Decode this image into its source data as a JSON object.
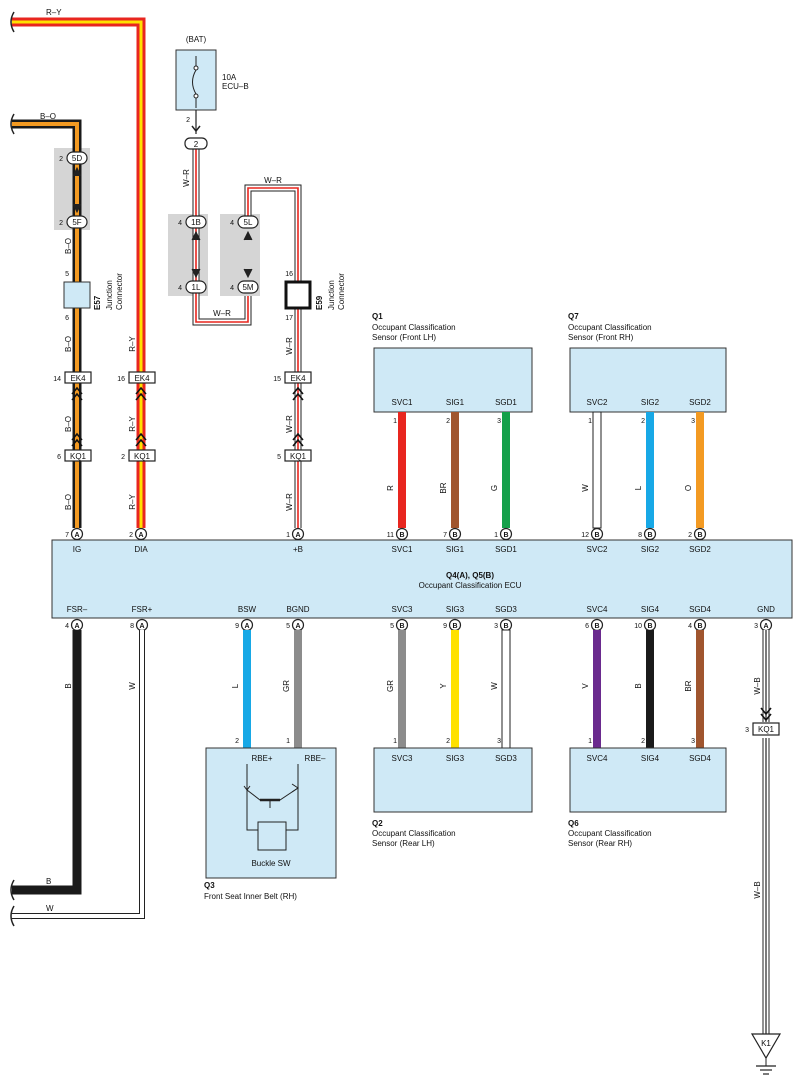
{
  "top_wires": {
    "r_y": "R–Y",
    "b_o": "B–O"
  },
  "fuse": {
    "bat_label": "(BAT)",
    "rating": "10A",
    "name": "ECU–B",
    "pin_top": "2",
    "pin_conn": "2"
  },
  "junction_e57": {
    "code": "E57",
    "type": "Junction\nConnector",
    "pin_top": "5",
    "pin_bottom": "6"
  },
  "junction_e59": {
    "code": "E59",
    "type": "Junction\nConnector",
    "pin_top": "16",
    "pin_bottom": "17"
  },
  "blocks": {
    "5D": {
      "label": "5D",
      "pin": "2"
    },
    "5F": {
      "label": "5F",
      "pin": "2"
    },
    "1B": {
      "label": "1B",
      "pin": "4"
    },
    "1L": {
      "label": "1L",
      "pin": "4"
    },
    "5L": {
      "label": "5L",
      "pin": "4"
    },
    "5M": {
      "label": "5M",
      "pin": "4"
    }
  },
  "connectors": {
    "ek4_a": {
      "label": "EK4",
      "pin": "14"
    },
    "ek4_b": {
      "label": "EK4",
      "pin": "16"
    },
    "ek4_c": {
      "label": "EK4",
      "pin": "15"
    },
    "kq1_a": {
      "label": "KQ1",
      "pin": "6"
    },
    "kq1_b": {
      "label": "KQ1",
      "pin": "2"
    },
    "kq1_c": {
      "label": "KQ1",
      "pin": "5"
    },
    "kq1_d": {
      "label": "KQ1",
      "pin": "3"
    }
  },
  "wire_labels": {
    "bo1": "B–O",
    "bo2": "B–O",
    "bo3": "B–O",
    "bo4": "B–O",
    "ry1": "R–Y",
    "ry2": "R–Y",
    "ry3": "R–Y",
    "wr1": "W–R",
    "wr2": "W–R",
    "wr3": "W–R",
    "wr4": "W–R",
    "wr5": "W–R",
    "wr6": "W–R",
    "b1": "B",
    "w1": "W",
    "b2": "B",
    "w2": "W",
    "wb1": "W–B",
    "wb2": "W–B"
  },
  "ecu": {
    "id": "Q4(A), Q5(B)",
    "name": "Occupant Classification ECU",
    "top_pins": [
      {
        "label": "IG",
        "num": "7",
        "letter": "A"
      },
      {
        "label": "DIA",
        "num": "2",
        "letter": "A"
      },
      {
        "label": "+B",
        "num": "1",
        "letter": "A"
      },
      {
        "label": "SVC1",
        "num": "11",
        "letter": "B"
      },
      {
        "label": "SIG1",
        "num": "7",
        "letter": "B"
      },
      {
        "label": "SGD1",
        "num": "1",
        "letter": "B"
      },
      {
        "label": "SVC2",
        "num": "12",
        "letter": "B"
      },
      {
        "label": "SIG2",
        "num": "8",
        "letter": "B"
      },
      {
        "label": "SGD2",
        "num": "2",
        "letter": "B"
      }
    ],
    "bottom_pins": [
      {
        "label": "FSR–",
        "num": "4",
        "letter": "A"
      },
      {
        "label": "FSR+",
        "num": "8",
        "letter": "A"
      },
      {
        "label": "BSW",
        "num": "9",
        "letter": "A"
      },
      {
        "label": "BGND",
        "num": "5",
        "letter": "A"
      },
      {
        "label": "SVC3",
        "num": "5",
        "letter": "B"
      },
      {
        "label": "SIG3",
        "num": "9",
        "letter": "B"
      },
      {
        "label": "SGD3",
        "num": "3",
        "letter": "B"
      },
      {
        "label": "SVC4",
        "num": "6",
        "letter": "B"
      },
      {
        "label": "SIG4",
        "num": "10",
        "letter": "B"
      },
      {
        "label": "SGD4",
        "num": "4",
        "letter": "B"
      },
      {
        "label": "GND",
        "num": "3",
        "letter": "A"
      }
    ]
  },
  "sensors": {
    "q1": {
      "id": "Q1",
      "name": "Occupant Classification",
      "sub": "Sensor (Front LH)",
      "pins": [
        "SVC1",
        "SIG1",
        "SGD1"
      ],
      "nums": [
        "1",
        "2",
        "3"
      ],
      "wires": [
        "R",
        "BR",
        "G"
      ]
    },
    "q7": {
      "id": "Q7",
      "name": "Occupant Classification",
      "sub": "Sensor (Front RH)",
      "pins": [
        "SVC2",
        "SIG2",
        "SGD2"
      ],
      "nums": [
        "1",
        "2",
        "3"
      ],
      "wires": [
        "W",
        "L",
        "O"
      ]
    },
    "q2": {
      "id": "Q2",
      "name": "Occupant Classification",
      "sub": "Sensor (Rear LH)",
      "pins": [
        "SVC3",
        "SIG3",
        "SGD3"
      ],
      "nums": [
        "1",
        "2",
        "3"
      ],
      "wires": [
        "GR",
        "Y",
        "W"
      ]
    },
    "q6": {
      "id": "Q6",
      "name": "Occupant Classification",
      "sub": "Sensor (Rear RH)",
      "pins": [
        "SVC4",
        "SIG4",
        "SGD4"
      ],
      "nums": [
        "1",
        "2",
        "3"
      ],
      "wires": [
        "V",
        "B",
        "BR"
      ]
    }
  },
  "belt": {
    "id": "Q3",
    "name": "Front Seat Inner Belt (RH)",
    "pin_plus": "RBE+",
    "pin_minus": "RBE–",
    "num_plus": "2",
    "num_minus": "1",
    "switch": "Buckle SW",
    "wires": [
      "L",
      "GR"
    ]
  },
  "ground": {
    "label": "K1"
  },
  "colors": {
    "R": "#e8261f",
    "Y": "#ffe100",
    "O": "#f39a22",
    "B": "#1a1a1a",
    "W": "#ffffff",
    "BR": "#a0552e",
    "G": "#14a04a",
    "L": "#17a8e6",
    "GR": "#8c8c8c",
    "V": "#6a2a8e",
    "box": "#cfe9f6"
  }
}
